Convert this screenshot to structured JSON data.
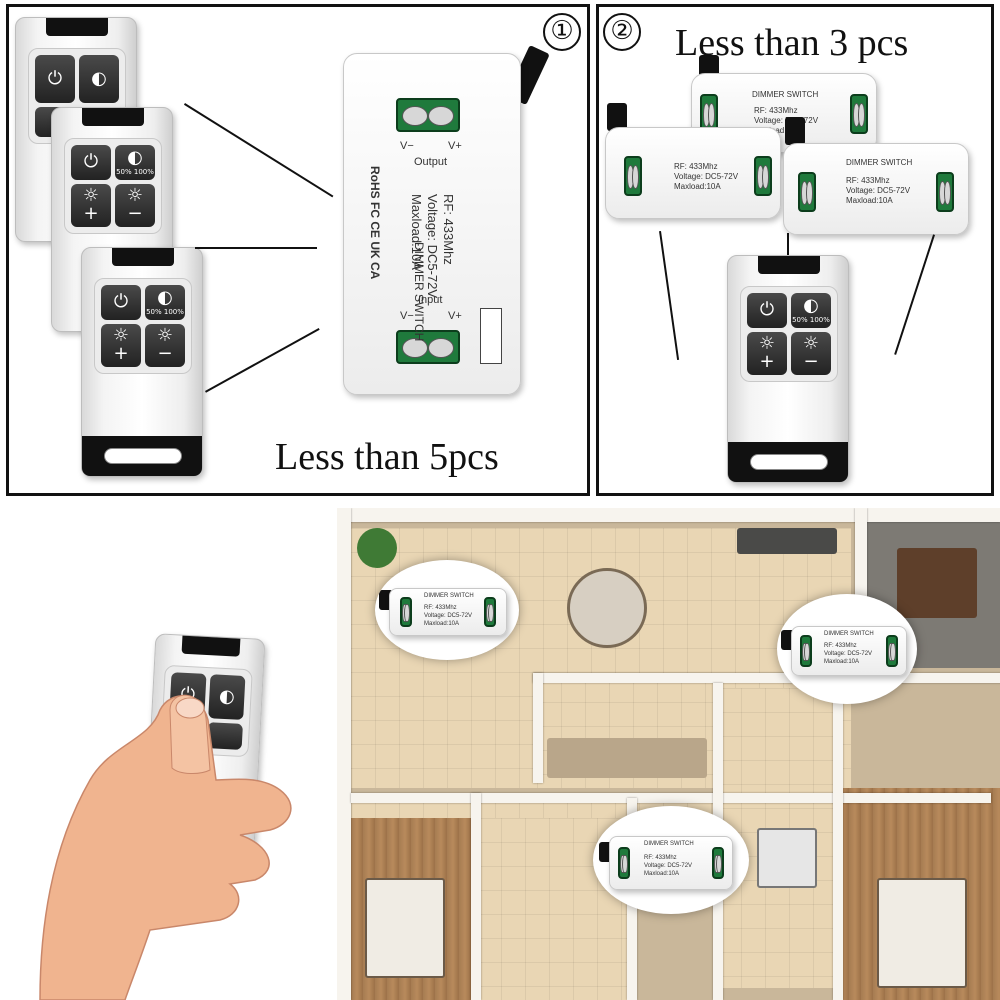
{
  "panel_one": {
    "number": "①",
    "caption": "Less than 5pcs",
    "module_label": {
      "brand": "DIMMER SWITCH",
      "rf": "RF: 433Mhz",
      "voltage": "Voltage: DC5-72V",
      "maxload": "Maxload:10A",
      "output": "Output",
      "input": "Input",
      "v_minus": "V−",
      "v_plus": "V+",
      "cert": "RoHS  FC  CE  UK CA"
    }
  },
  "panel_two": {
    "number": "②",
    "caption": "Less than 3 pcs",
    "module_label": {
      "brand": "DIMMER SWITCH",
      "rf": "RF: 433Mhz",
      "voltage": "Voltage: DC5-72V",
      "maxload": "Maxload:10A"
    }
  },
  "remote": {
    "power_symbol": "⏻",
    "brightness_symbol": "◐",
    "labels_50": "50%",
    "labels_100": "100%",
    "up_symbol": "☼",
    "plus": "+",
    "down_symbol": "☼",
    "minus": "−"
  },
  "colors": {
    "terminal_green": "#1f7a3c",
    "remote_black": "#111111",
    "button_dark": "#2b2b2b"
  }
}
